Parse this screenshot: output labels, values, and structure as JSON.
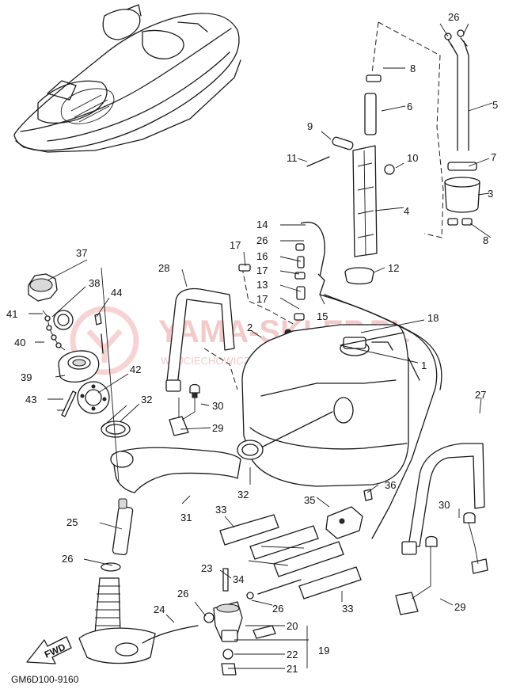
{
  "watermark": {
    "brand": "YAMA-SKLEP.PL",
    "subtitle": "WOJCIECHOWICZ | DEALER YAMAHA"
  },
  "diagram_code": "GM6D100-9160",
  "fwd_label": "FWD",
  "callouts": {
    "c1": "1",
    "c2": "2",
    "c3": "3",
    "c4": "4",
    "c5": "5",
    "c6": "6",
    "c7": "7",
    "c8a": "8",
    "c8b": "8",
    "c9": "9",
    "c10": "10",
    "c11": "11",
    "c12": "12",
    "c13": "13",
    "c14": "14",
    "c15": "15",
    "c16": "16",
    "c17a": "17",
    "c17b": "17",
    "c17c": "17",
    "c18": "18",
    "c19": "19",
    "c20": "20",
    "c21": "21",
    "c22": "22",
    "c23": "23",
    "c24": "24",
    "c25": "25",
    "c26a": "26",
    "c26b": "26",
    "c26c": "26",
    "c26d": "26",
    "c26e": "26",
    "c27": "27",
    "c28": "28",
    "c29a": "29",
    "c29b": "29",
    "c30a": "30",
    "c30b": "30",
    "c31": "31",
    "c32a": "32",
    "c32b": "32",
    "c33a": "33",
    "c33b": "33",
    "c34": "34",
    "c35": "35",
    "c36": "36",
    "c37": "37",
    "c38": "38",
    "c39": "39",
    "c40": "40",
    "c41": "41",
    "c42": "42",
    "c43": "43",
    "c44": "44"
  }
}
